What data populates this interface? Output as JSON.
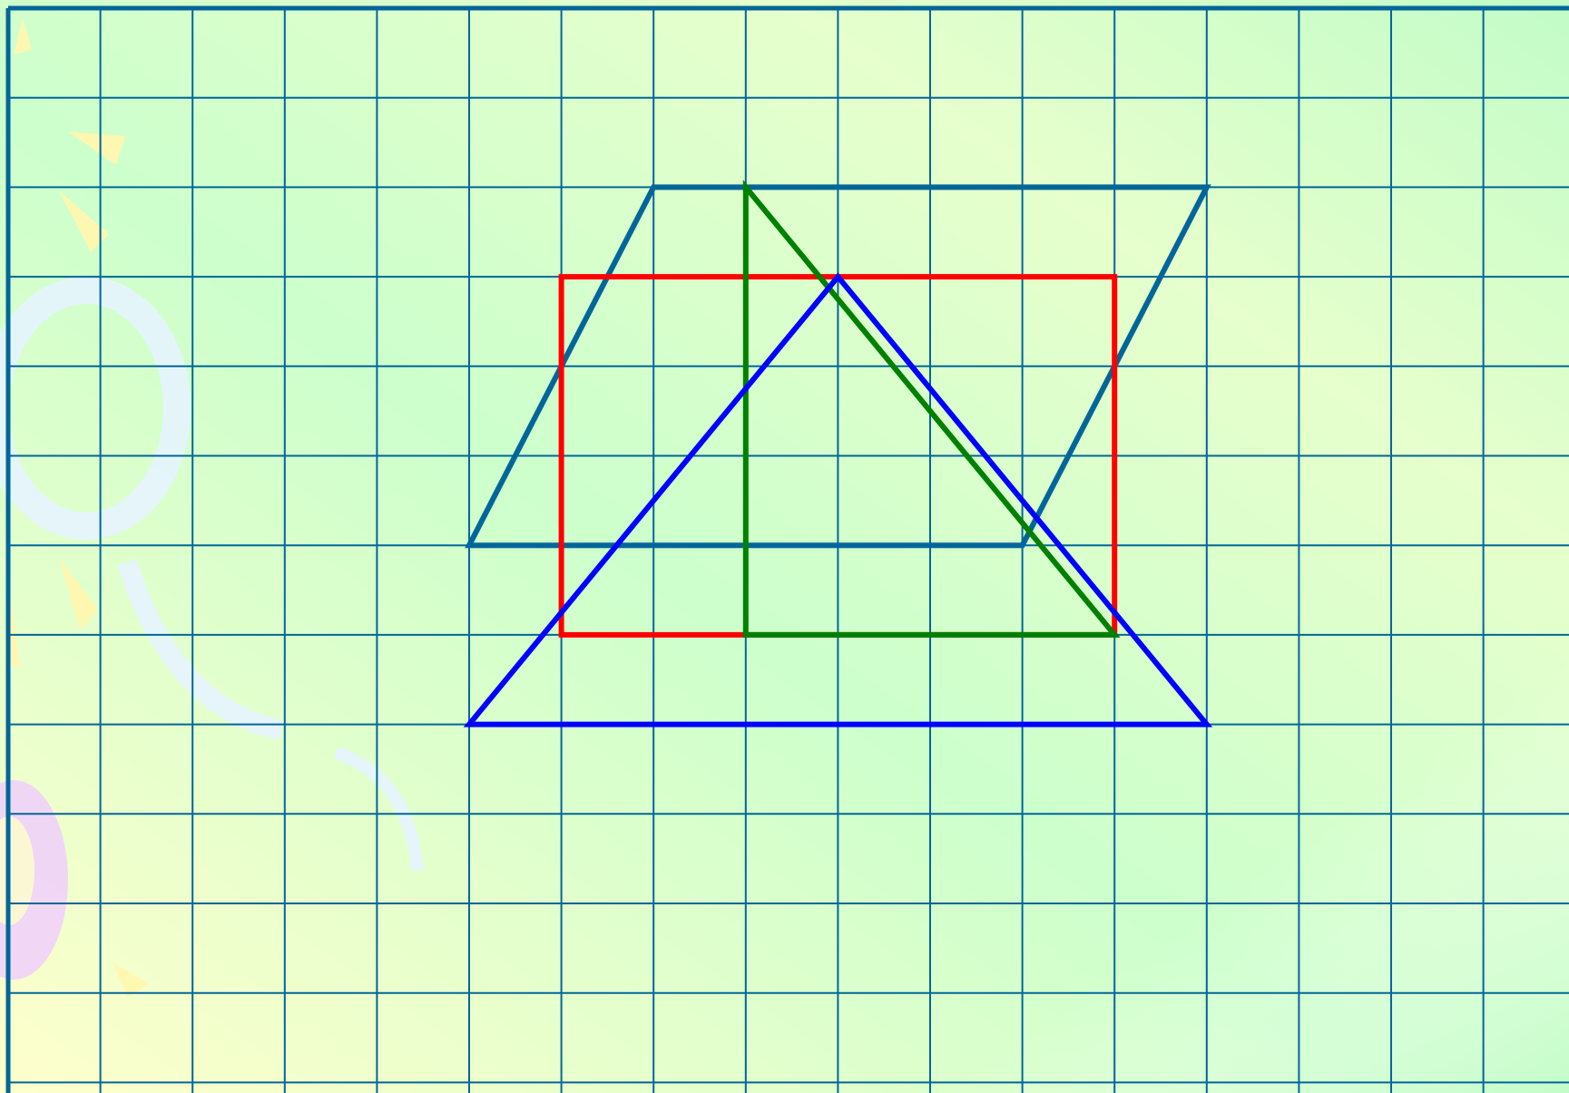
{
  "background": {
    "gradient_colors": [
      "#feffcc",
      "#ccffcc",
      "#e6ffcc",
      "#c2fcc8"
    ],
    "decoration_color_a": "#fff7b0",
    "decoration_color_b": "#e6f4ff",
    "decoration_color_c": "#f0ccff"
  },
  "grid": {
    "line_color": "#006699",
    "border_color": "#006699",
    "columns": 17,
    "rows": 11
  },
  "shapes": [
    {
      "name": "parallelogram",
      "color": "#006699",
      "vertices": [
        [
          7,
          2
        ],
        [
          13,
          2
        ],
        [
          11,
          6
        ],
        [
          5,
          6
        ]
      ]
    },
    {
      "name": "rectangle",
      "color": "#ff0000",
      "vertices": [
        [
          6,
          3
        ],
        [
          12,
          3
        ],
        [
          12,
          7
        ],
        [
          6,
          7
        ]
      ]
    },
    {
      "name": "right-trapezoid",
      "color": "#008000",
      "vertices": [
        [
          8,
          2
        ],
        [
          8,
          7
        ],
        [
          12,
          7
        ]
      ]
    },
    {
      "name": "triangle",
      "color": "#0000ff",
      "vertices": [
        [
          9,
          3
        ],
        [
          13,
          8
        ],
        [
          5,
          8
        ]
      ]
    }
  ]
}
